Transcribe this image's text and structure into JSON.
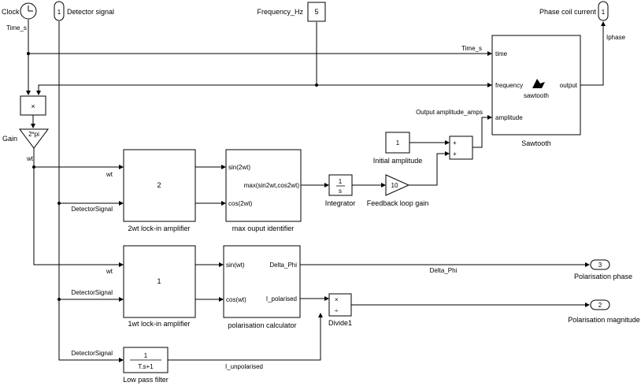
{
  "inputs": {
    "clock": {
      "label": "Clock",
      "signal": "Time_s"
    },
    "detector": {
      "port": "1",
      "label": "Detector signal"
    },
    "frequency": {
      "label": "Frequency_Hz",
      "value": "5"
    }
  },
  "outputs": {
    "phase_coil": {
      "port": "1",
      "label": "Phase coil current",
      "signal": "Iphase"
    },
    "polarisation_phase": {
      "port": "3",
      "label": "Polarisation phase"
    },
    "polarisation_magnitude": {
      "port": "2",
      "label": "Polarisation magnitude"
    }
  },
  "blocks": {
    "product": {
      "symbol": "×"
    },
    "gain": {
      "label": "Gain",
      "value": "2*pi",
      "out_signal": "wt"
    },
    "sawtooth": {
      "name": "Sawtooth",
      "in_time": "time",
      "in_frequency": "frequency",
      "in_amplitude": "amplitude",
      "out": "output",
      "caption": "sawtooth"
    },
    "sum": {
      "plus1": "+",
      "plus2": "+"
    },
    "initial_amplitude": {
      "value": "1",
      "name": "Initial amplitude"
    },
    "lockin2": {
      "value": "2",
      "name": "2wt lock-in amplifier",
      "in_wt": "wt",
      "in_det": "DetectorSignal"
    },
    "max_out": {
      "name": "max ouput identifier",
      "in1": "sin(2wt)",
      "in2": "cos(2wt)",
      "out": "max(sin2wt,cos2wt)"
    },
    "integrator": {
      "num": "1",
      "den": "s",
      "name": "Integrator"
    },
    "fb_gain": {
      "value": "10",
      "name": "Feedback loop gain"
    },
    "lockin1": {
      "value": "1",
      "name": "1wt lock-in amplifier",
      "in_wt": "wt",
      "in_det": "DetectorSignal"
    },
    "pol_calc": {
      "name": "polarisation calculator",
      "in1": "sin(wt)",
      "in2": "cos(wt)",
      "out1": "Delta_Phi",
      "out2": "I_polarised"
    },
    "divide": {
      "name": "Divide1",
      "mul": "×",
      "div": "÷"
    },
    "lpf": {
      "num": "1",
      "den": "T.s+1",
      "name": "Low pass filter",
      "in_det": "DetectorSignal"
    }
  },
  "signals": {
    "time": "Time_s",
    "amplitude": "Output amplitude_amps",
    "delta_phi": "Delta_Phi",
    "i_unpolarised": "I_unpolarised"
  }
}
